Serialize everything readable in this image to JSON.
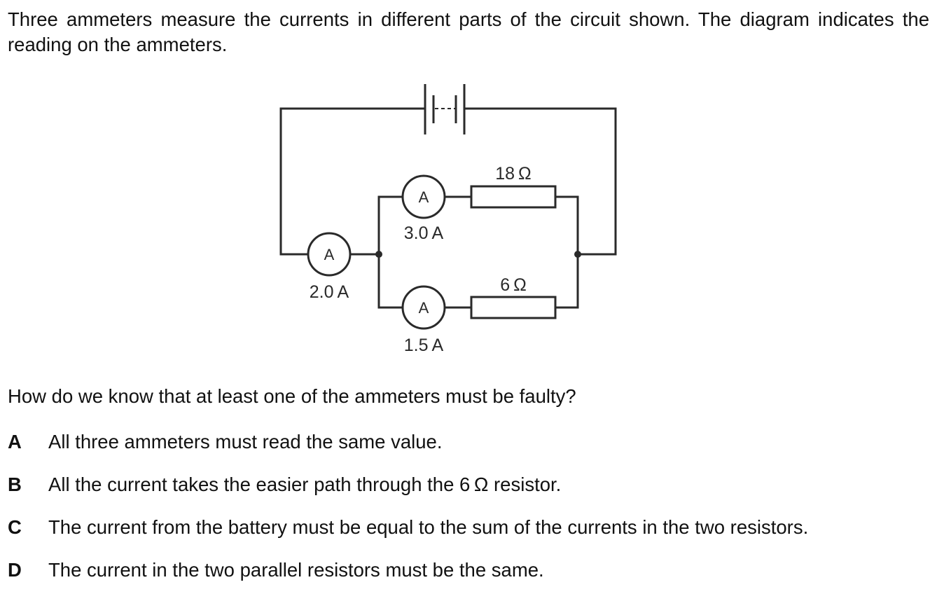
{
  "question": {
    "intro": "Three ammeters measure the currents in different parts of the circuit shown. The diagram indicates the reading on the ammeters.",
    "prompt": "How do we know that at least one of the ammeters must be faulty?",
    "options": [
      {
        "letter": "A",
        "text": "All three ammeters must read the same value."
      },
      {
        "letter": "B",
        "text": "All the current takes the easier path through the 6 Ω resistor."
      },
      {
        "letter": "C",
        "text": "The current from the battery must be equal to the sum of the currents in the two resistors."
      },
      {
        "letter": "D",
        "text": "The current in the two parallel resistors must be the same."
      }
    ]
  },
  "circuit": {
    "ammeter_symbol": "A",
    "main_ammeter_reading": "2.0 A",
    "top_ammeter_reading": "3.0 A",
    "bottom_ammeter_reading": "1.5 A",
    "top_resistor_label": "18 Ω",
    "bottom_resistor_label": "6 Ω"
  }
}
